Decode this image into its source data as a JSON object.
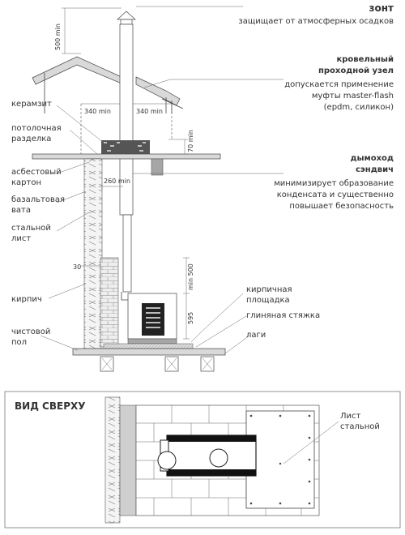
{
  "labels": {
    "umbrella_title": "зонт",
    "umbrella_desc": "защищает от атмосферных осадков",
    "roof_title_1": "кровельный",
    "roof_title_2": "проходной узел",
    "roof_desc_1": "допускается применение",
    "roof_desc_2": "муфты master-flash",
    "roof_desc_3": "(epdm, силикон)",
    "chimney_title_1": "дымоход",
    "chimney_title_2": "сэндвич",
    "chimney_desc_1": "минимизирует образование",
    "chimney_desc_2": "конденсата и существенно",
    "chimney_desc_3": "повышает безопасность",
    "keramzit": "керамзит",
    "ceiling_cut_1": "потолочная",
    "ceiling_cut_2": "разделка",
    "asbestos_1": "асбестовый",
    "asbestos_2": "картон",
    "basalt_1": "базальтовая",
    "basalt_2": "вата",
    "steel_1": "стальной",
    "steel_2": "лист",
    "brick": "кирпич",
    "floor_1": "чистовой",
    "floor_2": "пол",
    "brick_platform_1": "кирпичная",
    "brick_platform_2": "площадка",
    "clay_screed": "глиняная стяжка",
    "joists": "лаги",
    "top_view_title": "ВИД СВЕРХУ",
    "steel_sheet_1": "Лист",
    "steel_sheet_2": "стальной"
  },
  "dimensions": {
    "top": "500 min",
    "left_gap": "340 min",
    "right_gap": "340 min",
    "ceiling_height": "70 min",
    "pipe_gap": "260 min",
    "wall_gap": "30",
    "stove_top": "min 500",
    "stove_height": "595"
  }
}
